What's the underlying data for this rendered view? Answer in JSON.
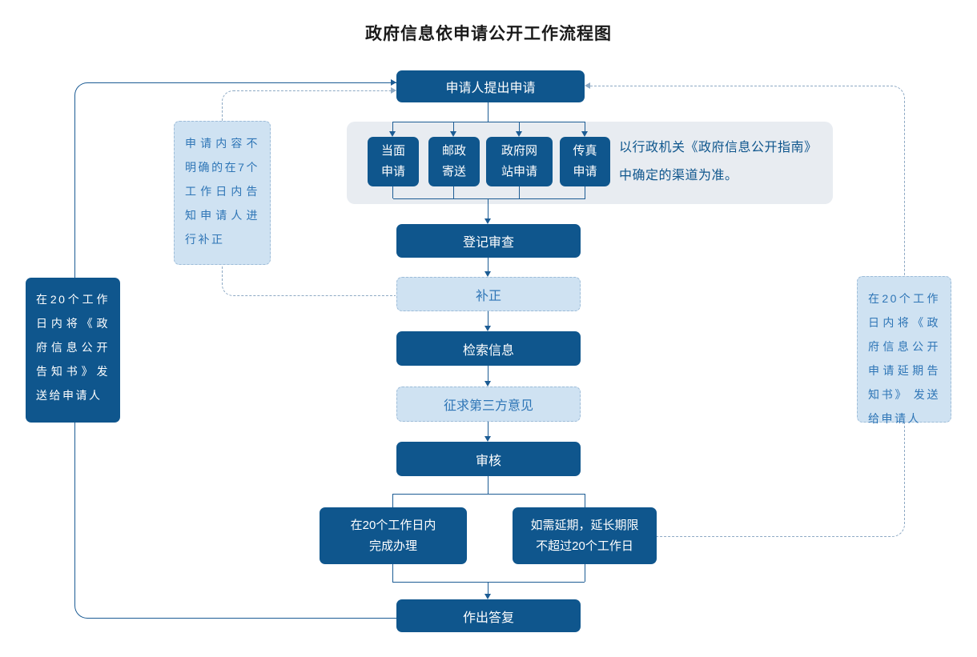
{
  "title": "政府信息依申请公开工作流程图",
  "colors": {
    "dark_blue": "#0f568d",
    "light_blue_fill": "#cfe2f2",
    "light_blue_border": "#9dbcd8",
    "band_background": "#e8ecf1",
    "solid_line": "#1c5c94",
    "dashed_line": "#8da9c4",
    "note_text": "#2e75b6",
    "title_text": "#1a1a1a"
  },
  "nodes": {
    "apply": "申请人提出申请",
    "register": "登记审查",
    "supplement": "补正",
    "search": "检索信息",
    "third_party": "征求第三方意见",
    "review": "审核",
    "reply": "作出答复",
    "deadline": {
      "line1": "在20个工作日内",
      "line2": "完成办理"
    },
    "extension": {
      "line1": "如需延期，延长期限",
      "line2": "不超过20个工作日"
    }
  },
  "channels": [
    {
      "line1": "当面",
      "line2": "申请"
    },
    {
      "line1": "邮政",
      "line2": "寄送"
    },
    {
      "line1": "政府网",
      "line2": "站申请"
    },
    {
      "line1": "传真",
      "line2": "申请"
    }
  ],
  "channel_note": {
    "line1": "以行政机关《政府信息公开指南》",
    "line2": "中确定的渠道为准。"
  },
  "side_notes": {
    "reply_notice": "在20个工作日内将《政府信息公开告知书》发送给申请人",
    "supplement_notice": "申请内容不明确的在7个工作日内告知申请人进行补正",
    "extension_notice": "在20个工作日内将《政府信息公开申请延期告知书》 发送给申请人"
  }
}
